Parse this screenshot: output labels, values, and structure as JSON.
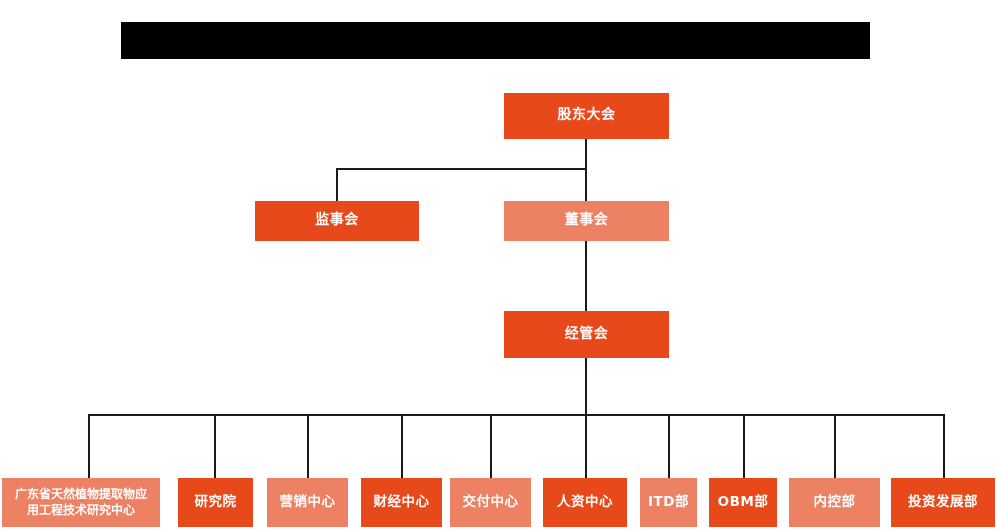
{
  "page": {
    "title_banner": {
      "label": "",
      "redacted": true,
      "color": "#000000"
    },
    "background_color": "#ffffff",
    "line_color": "#1a1a1a"
  },
  "palette": {
    "dark_orange": "#E8491B",
    "light_orange": "#ED8163",
    "text_on_node": "#ffffff"
  },
  "chart_data": {
    "type": "diagram",
    "subtype": "org-chart",
    "levels": [
      {
        "level": 1,
        "nodes": [
          {
            "id": "shareholders",
            "label": "股东大会",
            "fill": "dark"
          }
        ]
      },
      {
        "level": 2,
        "nodes": [
          {
            "id": "supervisors",
            "label": "监事会",
            "fill": "dark"
          },
          {
            "id": "directors",
            "label": "董事会",
            "fill": "light"
          }
        ]
      },
      {
        "level": 3,
        "nodes": [
          {
            "id": "management",
            "label": "经管会",
            "fill": "dark"
          }
        ]
      },
      {
        "level": 4,
        "nodes": [
          {
            "id": "rd-center",
            "label": "广东省天然植物提取物应用工程技术研究中心",
            "line1": "广东省天然植物提取物应",
            "line2": "用工程技术研究中心",
            "fill": "light"
          },
          {
            "id": "institute",
            "label": "研究院",
            "fill": "dark"
          },
          {
            "id": "marketing",
            "label": "营销中心",
            "fill": "light"
          },
          {
            "id": "finance",
            "label": "财经中心",
            "fill": "dark"
          },
          {
            "id": "delivery",
            "label": "交付中心",
            "fill": "light"
          },
          {
            "id": "hr",
            "label": "人资中心",
            "fill": "dark"
          },
          {
            "id": "itd",
            "label": "ITD部",
            "fill": "light"
          },
          {
            "id": "obm",
            "label": "OBM部",
            "fill": "dark"
          },
          {
            "id": "internal-control",
            "label": "内控部",
            "fill": "light"
          },
          {
            "id": "investment",
            "label": "投资发展部",
            "fill": "dark"
          }
        ]
      }
    ],
    "edges": [
      {
        "from": "shareholders",
        "to": "supervisors"
      },
      {
        "from": "shareholders",
        "to": "directors"
      },
      {
        "from": "directors",
        "to": "management"
      },
      {
        "from": "management",
        "to": "rd-center"
      },
      {
        "from": "management",
        "to": "institute"
      },
      {
        "from": "management",
        "to": "marketing"
      },
      {
        "from": "management",
        "to": "finance"
      },
      {
        "from": "management",
        "to": "delivery"
      },
      {
        "from": "management",
        "to": "hr"
      },
      {
        "from": "management",
        "to": "itd"
      },
      {
        "from": "management",
        "to": "obm"
      },
      {
        "from": "management",
        "to": "internal-control"
      },
      {
        "from": "management",
        "to": "investment"
      }
    ]
  }
}
